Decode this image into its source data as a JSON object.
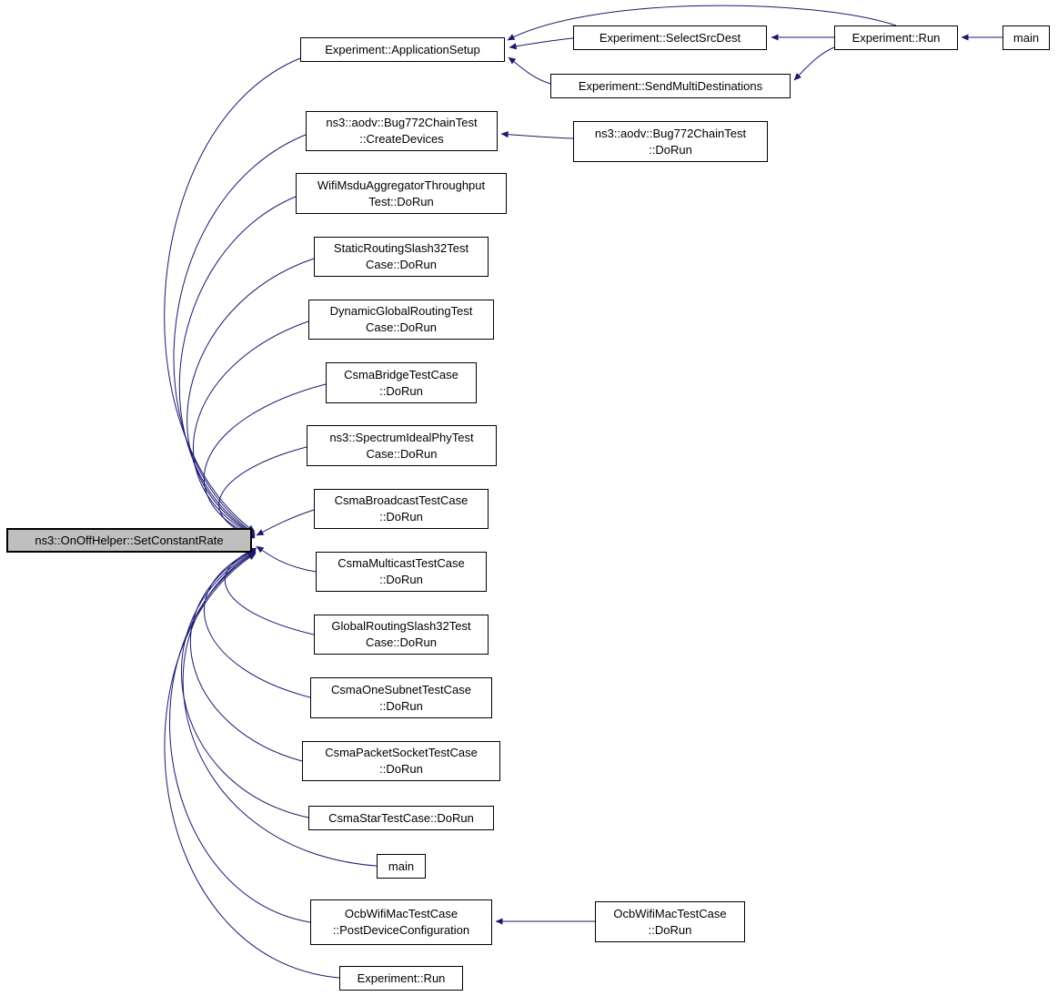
{
  "diagram": {
    "type": "call-graph",
    "colors": {
      "edge": "#191970",
      "node_border": "#000000",
      "node_fill": "#ffffff",
      "root_fill": "#bfbfbf",
      "text": "#000000"
    },
    "nodes": {
      "root": {
        "label": "ns3::OnOffHelper::SetConstantRate"
      },
      "application_setup": {
        "label": "Experiment::ApplicationSetup"
      },
      "create_devices": {
        "label": "ns3::aodv::Bug772ChainTest\n::CreateDevices"
      },
      "wifi_msdu_dorun": {
        "label": "WifiMsduAggregatorThroughput\nTest::DoRun"
      },
      "static_routing_dorun": {
        "label": "StaticRoutingSlash32Test\nCase::DoRun"
      },
      "dynamic_global_dorun": {
        "label": "DynamicGlobalRoutingTest\nCase::DoRun"
      },
      "csma_bridge_dorun": {
        "label": "CsmaBridgeTestCase\n::DoRun"
      },
      "spectrum_dorun": {
        "label": "ns3::SpectrumIdealPhyTest\nCase::DoRun"
      },
      "csma_broadcast_dorun": {
        "label": "CsmaBroadcastTestCase\n::DoRun"
      },
      "csma_multicast_dorun": {
        "label": "CsmaMulticastTestCase\n::DoRun"
      },
      "global_routing_dorun": {
        "label": "GlobalRoutingSlash32Test\nCase::DoRun"
      },
      "csma_one_subnet_dorun": {
        "label": "CsmaOneSubnetTestCase\n::DoRun"
      },
      "csma_packet_socket_dorun": {
        "label": "CsmaPacketSocketTestCase\n::DoRun"
      },
      "csma_star_dorun": {
        "label": "CsmaStarTestCase::DoRun"
      },
      "main_caller": {
        "label": "main"
      },
      "ocb_post_config": {
        "label": "OcbWifiMacTestCase\n::PostDeviceConfiguration"
      },
      "experiment_run_bottom": {
        "label": "Experiment::Run"
      },
      "select_src_dest": {
        "label": "Experiment::SelectSrcDest"
      },
      "send_multi_destinations": {
        "label": "Experiment::SendMultiDestinations"
      },
      "bug772_dorun": {
        "label": "ns3::aodv::Bug772ChainTest\n::DoRun"
      },
      "ocb_dorun": {
        "label": "OcbWifiMacTestCase\n::DoRun"
      },
      "experiment_run": {
        "label": "Experiment::Run"
      },
      "main": {
        "label": "main"
      }
    },
    "edges": [
      {
        "from": "Experiment::ApplicationSetup",
        "to": "ns3::OnOffHelper::SetConstantRate"
      },
      {
        "from": "ns3::aodv::Bug772ChainTest::CreateDevices",
        "to": "ns3::OnOffHelper::SetConstantRate"
      },
      {
        "from": "WifiMsduAggregatorThroughputTest::DoRun",
        "to": "ns3::OnOffHelper::SetConstantRate"
      },
      {
        "from": "StaticRoutingSlash32TestCase::DoRun",
        "to": "ns3::OnOffHelper::SetConstantRate"
      },
      {
        "from": "DynamicGlobalRoutingTestCase::DoRun",
        "to": "ns3::OnOffHelper::SetConstantRate"
      },
      {
        "from": "CsmaBridgeTestCase::DoRun",
        "to": "ns3::OnOffHelper::SetConstantRate"
      },
      {
        "from": "ns3::SpectrumIdealPhyTestCase::DoRun",
        "to": "ns3::OnOffHelper::SetConstantRate"
      },
      {
        "from": "CsmaBroadcastTestCase::DoRun",
        "to": "ns3::OnOffHelper::SetConstantRate"
      },
      {
        "from": "CsmaMulticastTestCase::DoRun",
        "to": "ns3::OnOffHelper::SetConstantRate"
      },
      {
        "from": "GlobalRoutingSlash32TestCase::DoRun",
        "to": "ns3::OnOffHelper::SetConstantRate"
      },
      {
        "from": "CsmaOneSubnetTestCase::DoRun",
        "to": "ns3::OnOffHelper::SetConstantRate"
      },
      {
        "from": "CsmaPacketSocketTestCase::DoRun",
        "to": "ns3::OnOffHelper::SetConstantRate"
      },
      {
        "from": "CsmaStarTestCase::DoRun",
        "to": "ns3::OnOffHelper::SetConstantRate"
      },
      {
        "from": "main",
        "to": "ns3::OnOffHelper::SetConstantRate"
      },
      {
        "from": "OcbWifiMacTestCase::PostDeviceConfiguration",
        "to": "ns3::OnOffHelper::SetConstantRate"
      },
      {
        "from": "Experiment::Run",
        "to": "ns3::OnOffHelper::SetConstantRate"
      },
      {
        "from": "Experiment::SelectSrcDest",
        "to": "Experiment::ApplicationSetup"
      },
      {
        "from": "Experiment::SendMultiDestinations",
        "to": "Experiment::ApplicationSetup"
      },
      {
        "from": "Experiment::Run",
        "to": "Experiment::ApplicationSetup"
      },
      {
        "from": "Experiment::Run",
        "to": "Experiment::SelectSrcDest"
      },
      {
        "from": "Experiment::Run",
        "to": "Experiment::SendMultiDestinations"
      },
      {
        "from": "main",
        "to": "Experiment::Run"
      },
      {
        "from": "ns3::aodv::Bug772ChainTest::DoRun",
        "to": "ns3::aodv::Bug772ChainTest::CreateDevices"
      },
      {
        "from": "OcbWifiMacTestCase::DoRun",
        "to": "OcbWifiMacTestCase::PostDeviceConfiguration"
      }
    ]
  }
}
